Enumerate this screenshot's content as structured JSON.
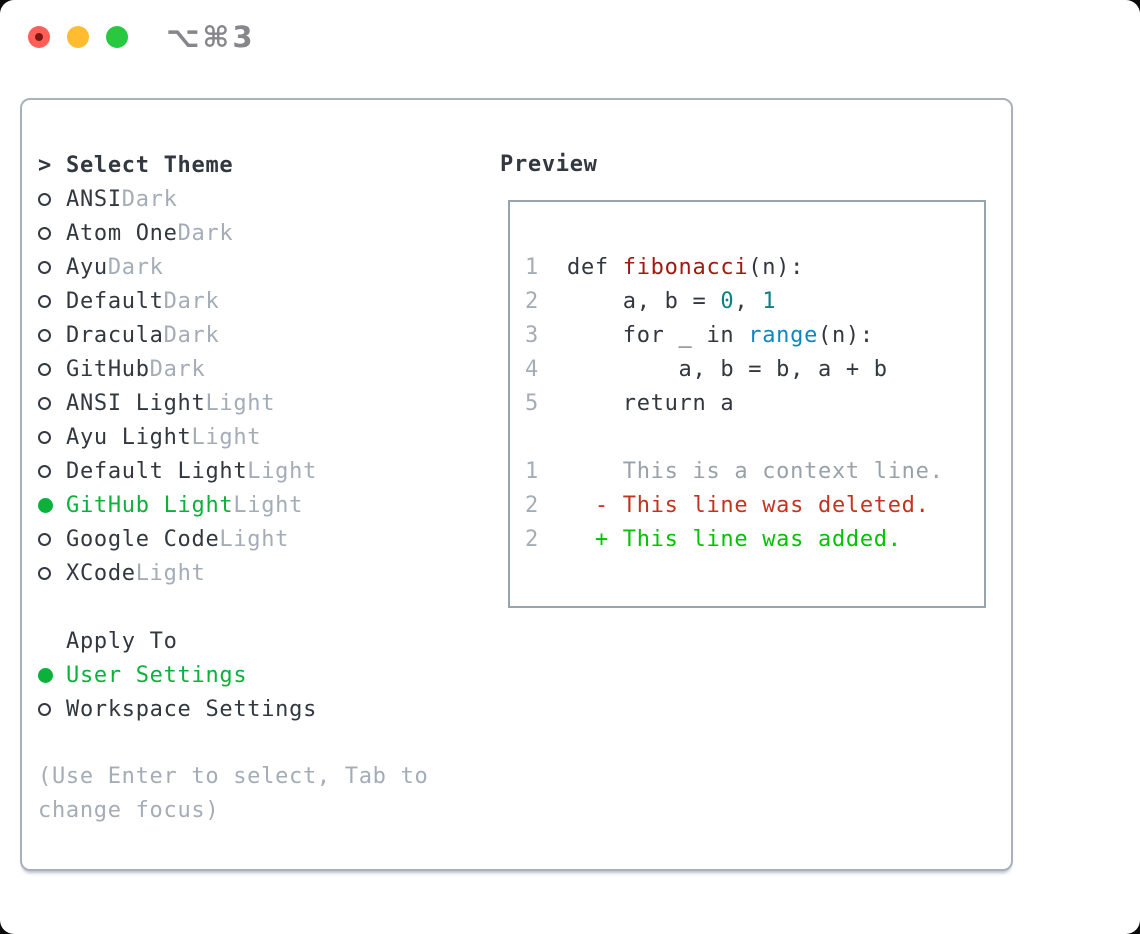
{
  "window": {
    "title": "⌥⌘3"
  },
  "theme_selector": {
    "header_prefix": ">",
    "header": "Select Theme",
    "themes": [
      {
        "name": "ANSI",
        "variant": "Dark",
        "selected": false
      },
      {
        "name": "Atom One",
        "variant": "Dark",
        "selected": false
      },
      {
        "name": "Ayu",
        "variant": "Dark",
        "selected": false
      },
      {
        "name": "Default",
        "variant": "Dark",
        "selected": false
      },
      {
        "name": "Dracula",
        "variant": "Dark",
        "selected": false
      },
      {
        "name": "GitHub",
        "variant": "Dark",
        "selected": false
      },
      {
        "name": "ANSI Light",
        "variant": "Light",
        "selected": false
      },
      {
        "name": "Ayu Light",
        "variant": "Light",
        "selected": false
      },
      {
        "name": "Default Light",
        "variant": "Light",
        "selected": false
      },
      {
        "name": "GitHub Light",
        "variant": "Light",
        "selected": true
      },
      {
        "name": "Google Code",
        "variant": "Light",
        "selected": false
      },
      {
        "name": "XCode",
        "variant": "Light",
        "selected": false
      }
    ]
  },
  "apply_to": {
    "header": "Apply To",
    "options": [
      {
        "label": "User Settings",
        "selected": true
      },
      {
        "label": "Workspace Settings",
        "selected": false
      }
    ]
  },
  "hint": "(Use Enter to select, Tab to change focus)",
  "preview": {
    "header": "Preview",
    "code_lines": [
      {
        "ln": "1",
        "parts": [
          {
            "t": "def ",
            "c": "plain"
          },
          {
            "t": "fibonacci",
            "c": "function"
          },
          {
            "t": "(n):",
            "c": "plain"
          }
        ]
      },
      {
        "ln": "2",
        "parts": [
          {
            "t": "    a, b = ",
            "c": "plain"
          },
          {
            "t": "0",
            "c": "number"
          },
          {
            "t": ", ",
            "c": "plain"
          },
          {
            "t": "1",
            "c": "number"
          }
        ]
      },
      {
        "ln": "3",
        "parts": [
          {
            "t": "    for _ in ",
            "c": "plain"
          },
          {
            "t": "range",
            "c": "builtin"
          },
          {
            "t": "(n):",
            "c": "plain"
          }
        ]
      },
      {
        "ln": "4",
        "parts": [
          {
            "t": "        a, b = b, a + b",
            "c": "plain"
          }
        ]
      },
      {
        "ln": "5",
        "parts": [
          {
            "t": "    return a",
            "c": "plain"
          }
        ]
      },
      {
        "ln": "",
        "parts": []
      },
      {
        "ln": "1",
        "parts": [
          {
            "t": "    This is a context line.",
            "c": "context"
          }
        ]
      },
      {
        "ln": "2",
        "parts": [
          {
            "t": "  - This line was deleted.",
            "c": "deleted"
          }
        ]
      },
      {
        "ln": "2",
        "parts": [
          {
            "t": "  + This line was added.",
            "c": "added"
          }
        ]
      }
    ]
  },
  "colors": {
    "text": "#32383f",
    "muted": "#a4adb7",
    "accent_green": "#0cb13c",
    "diff_added": "#02c202",
    "diff_deleted": "#c3341f",
    "context_line": "#99a1a9",
    "syntax_function": "#a01a0f",
    "syntax_number": "#0b8183",
    "syntax_builtin": "#0d87c0",
    "traffic_close": "#ff5f57",
    "traffic_close_dot": "#7d1712",
    "traffic_minimize": "#febc2e",
    "traffic_zoom": "#28c840"
  }
}
